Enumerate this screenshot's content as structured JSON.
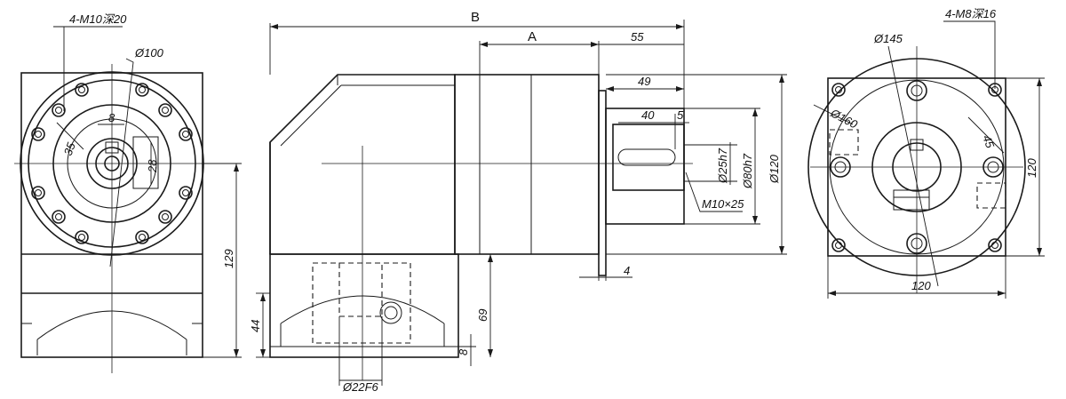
{
  "front_view": {
    "label_bolts": "4-M10深20",
    "label_pcd": "Ø100",
    "label_key": "8",
    "label_offset": "35",
    "label_key_depth": "28",
    "label_height": "129"
  },
  "side_view": {
    "label_B": "B",
    "label_A": "A",
    "label_55": "55",
    "label_49": "49",
    "label_40": "40",
    "label_5": "5",
    "label_shaft": "Ø25h7",
    "label_pilot": "Ø80h7",
    "label_flange": "Ø120",
    "label_tap": "M10×25",
    "label_4": "4",
    "label_69": "69",
    "label_44": "44",
    "label_8": "8",
    "label_bore": "Ø22F6"
  },
  "flange_view": {
    "label_bolts": "4-M8深16",
    "label_pcd": "Ø145",
    "label_od": "Ø160",
    "label_45": "45",
    "label_height": "120",
    "label_width": "120"
  }
}
